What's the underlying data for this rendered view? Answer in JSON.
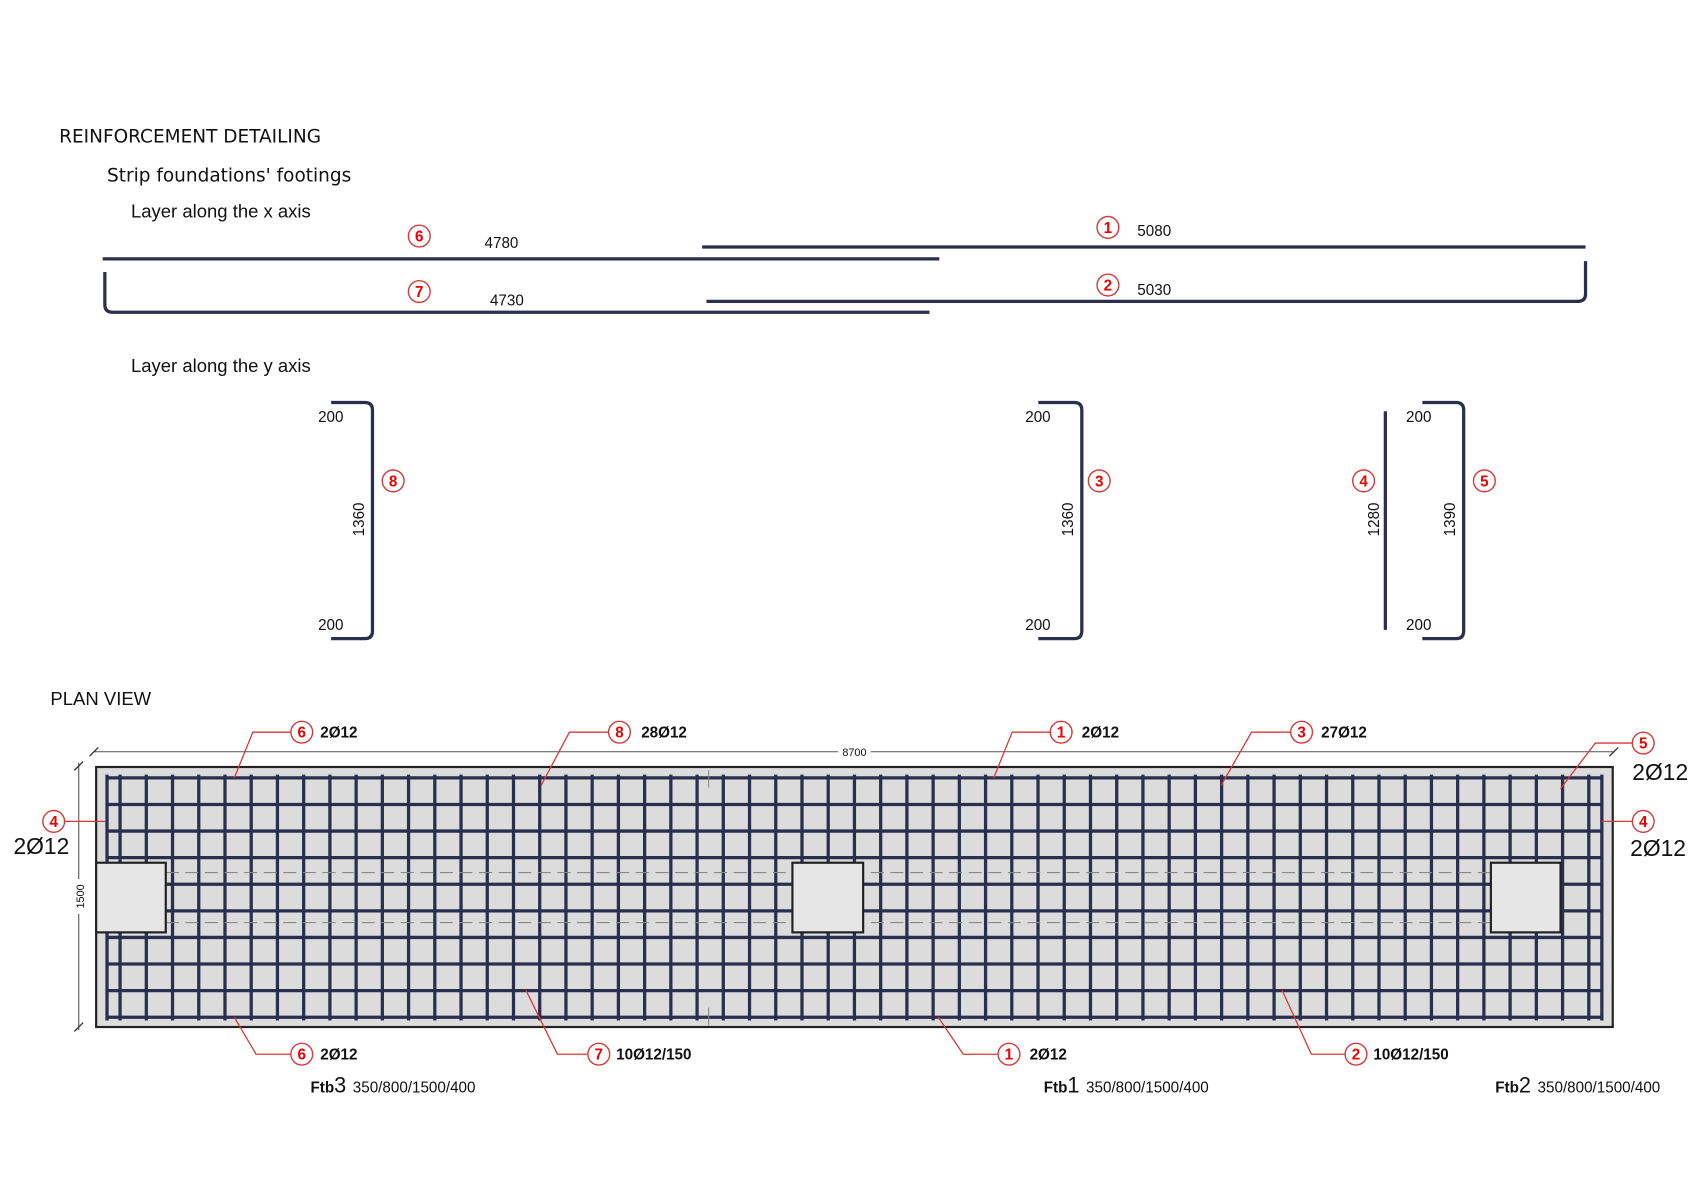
{
  "title": "REINFORCEMENT DETAILING",
  "subtitle": "Strip foundations' footings",
  "x_layer": {
    "heading": "Layer along the x axis",
    "bars": [
      {
        "mark": "6",
        "length": "4780"
      },
      {
        "mark": "1",
        "length": "5080"
      },
      {
        "mark": "7",
        "length": "4730"
      },
      {
        "mark": "2",
        "length": "5030"
      }
    ]
  },
  "y_layer": {
    "heading": "Layer along the y axis",
    "bars": [
      {
        "mark": "8",
        "hook_top": "200",
        "length": "1360",
        "hook_bottom": "200"
      },
      {
        "mark": "3",
        "hook_top": "200",
        "length": "1360",
        "hook_bottom": "200"
      },
      {
        "mark": "4",
        "length": "1280"
      },
      {
        "mark": "5",
        "hook_top": "200",
        "length": "1390",
        "hook_bottom": "200"
      }
    ]
  },
  "plan": {
    "heading": "PLAN VIEW",
    "length_dim": "8700",
    "width_dim": "1500",
    "top_callouts": [
      {
        "mark": "6",
        "text": "2Ø12"
      },
      {
        "mark": "8",
        "text": "28Ø12"
      },
      {
        "mark": "1",
        "text": "2Ø12"
      },
      {
        "mark": "3",
        "text": "27Ø12"
      },
      {
        "mark": "5",
        "text": "2Ø12"
      }
    ],
    "side_callouts": [
      {
        "mark": "4",
        "text": "2Ø12"
      },
      {
        "mark": "4",
        "text": "2Ø12"
      }
    ],
    "bottom_callouts": [
      {
        "mark": "6",
        "text": "2Ø12"
      },
      {
        "mark": "7",
        "text": "10Ø12/150"
      },
      {
        "mark": "1",
        "text": "2Ø12"
      },
      {
        "mark": "2",
        "text": "10Ø12/150"
      }
    ],
    "footings": [
      {
        "prefix": "Ftb",
        "num": "3",
        "spec": "350/800/1500/400"
      },
      {
        "prefix": "Ftb",
        "num": "1",
        "spec": "350/800/1500/400"
      },
      {
        "prefix": "Ftb",
        "num": "2",
        "spec": "350/800/1500/400"
      }
    ]
  },
  "colors": {
    "rebar": "#2b2f4e",
    "concrete": "#dcdcdc",
    "marker": "#e00000"
  }
}
